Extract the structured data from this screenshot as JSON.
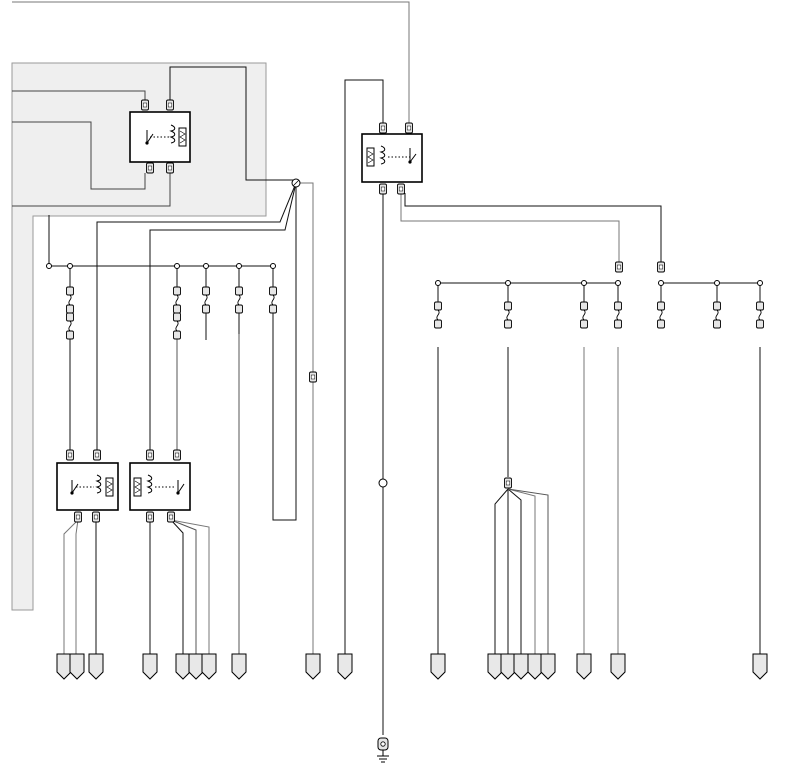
{
  "colors": {
    "background": "#ffffff",
    "panel_fill": "#efefef",
    "panel_border": "#9a9a9a",
    "wire": "#111111",
    "wire_thin": "#777777",
    "connector_fill": "#e6e6e6",
    "box_stroke": "#000000"
  },
  "icons": [
    "relay-icon",
    "fuse-icon",
    "connector-icon",
    "splice-icon",
    "ground-icon",
    "arrow-terminal-icon"
  ],
  "counts": {
    "relays": 4,
    "fuses": 14,
    "terminals": 20,
    "grounds": 1
  }
}
